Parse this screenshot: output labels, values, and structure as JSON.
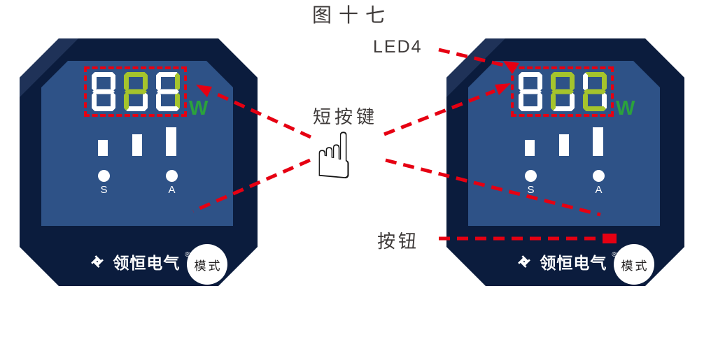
{
  "figure": {
    "caption": "图十七"
  },
  "annotations": {
    "led4_label": "LED4",
    "short_press_label": "短按键",
    "button_label": "按钮",
    "pointer_icon": "pointing-hand",
    "arrow_style": "red-dashed"
  },
  "colors": {
    "red": "#e60012",
    "navy": "#0b1c3d",
    "navy_light": "#1f3258",
    "panel": "#2e5287",
    "seg_green": "#a5c42c",
    "unit_green": "#2ba23c",
    "ink": "#3e3a39",
    "white": "#ffffff"
  },
  "devices": [
    {
      "side": "left",
      "display": {
        "value_shown": "888",
        "unit_label": "W",
        "digits": [
          [
            "w",
            "w",
            "w",
            "w",
            "w",
            "w",
            "w"
          ],
          [
            "g",
            "g",
            "w",
            "w",
            "g",
            "g",
            "g"
          ],
          [
            "w",
            "g",
            "g",
            "w",
            "w",
            "w",
            "w"
          ]
        ]
      },
      "bars": [
        23,
        31,
        41
      ],
      "indicators": [
        "S",
        "A"
      ],
      "mode_button_label": "模式",
      "brand": "领恒电气",
      "brand_mark": "®"
    },
    {
      "side": "right",
      "display": {
        "value_shown": "888",
        "unit_label": "W",
        "digits": [
          [
            "w",
            "w",
            "w",
            "w",
            "w",
            "w",
            "w"
          ],
          [
            "g",
            "g",
            "w",
            "w",
            "g",
            "g",
            "g"
          ],
          [
            "g",
            "g",
            "w",
            "g",
            "g",
            "w",
            "g"
          ]
        ]
      },
      "bars": [
        23,
        31,
        41
      ],
      "indicators": [
        "S",
        "A"
      ],
      "mode_button_label": "模式",
      "brand": "领恒电气",
      "brand_mark": "®"
    }
  ]
}
